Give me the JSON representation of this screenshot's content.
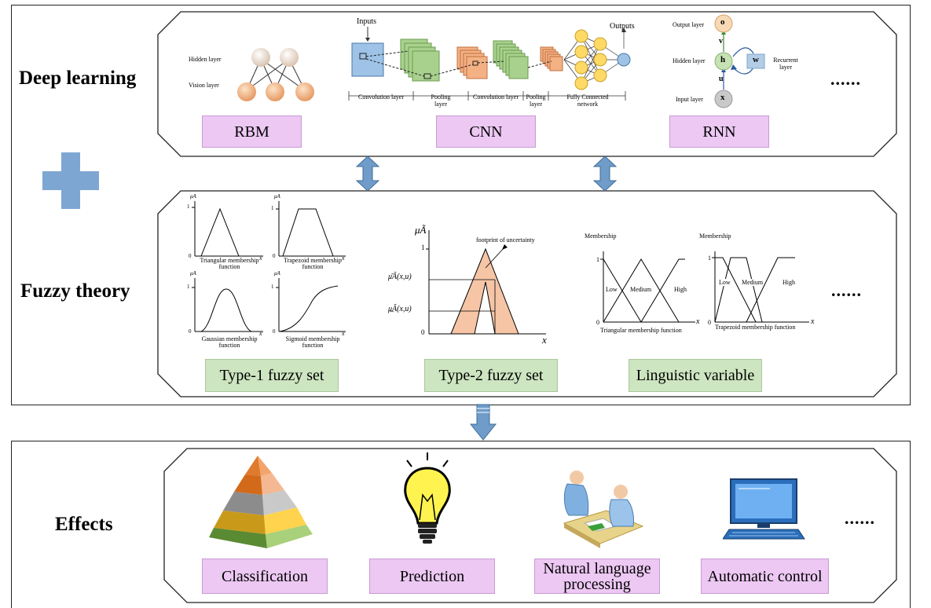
{
  "sections": {
    "deep_learning": "Deep learning",
    "fuzzy_theory": "Fuzzy theory",
    "effects": "Effects"
  },
  "deep_learning": {
    "rbm": {
      "label": "RBM",
      "hidden_layer": "Hidden layer",
      "vision_layer": "Vision layer"
    },
    "cnn": {
      "label": "CNN",
      "inputs": "Inputs",
      "outputs": "Outputs",
      "stages": [
        "Convolution layer",
        "Pooling layer",
        "Convolution layer",
        "Pooling layer",
        "Fully Connected network"
      ]
    },
    "rnn": {
      "label": "RNN",
      "output_layer": "Output layer",
      "hidden_layer": "Hidden layer",
      "input_layer": "Input layer",
      "recurrent_layer": "Recurrent layer",
      "node_o": "o",
      "node_h": "h",
      "node_x": "x",
      "node_w": "w",
      "edge_v": "v",
      "edge_u": "u"
    },
    "more": "......"
  },
  "fuzzy_theory": {
    "type1": {
      "label": "Type-1 fuzzy set",
      "mu": "μA",
      "x": "x",
      "one": "1",
      "zero": "0",
      "triangular": "Triangular membership function",
      "trapezoid": "Trapezoid membership function",
      "gaussian": "Gaussian membership function",
      "sigmoid": "Sigmoid membership function"
    },
    "type2": {
      "label": "Type-2 fuzzy set",
      "mu": "μÃ",
      "footprint": "footprint of uncertainty",
      "upper": "μ̄Ã(x,u)",
      "lower": "μ̲Ã(x,u)",
      "one": "1",
      "zero": "0",
      "x": "x"
    },
    "linguistic": {
      "label": "Linguistic variable",
      "membership": "Membership",
      "low": "Low",
      "medium": "Medium",
      "high": "High",
      "one": "1",
      "zero": "0",
      "x": "x",
      "triangular": "Triangular membership function",
      "trapezoid": "Trapezoid membership function"
    },
    "more": "......"
  },
  "effects": {
    "classification": "Classification",
    "prediction": "Prediction",
    "nlp_line1": "Natural language",
    "nlp_line2": "processing",
    "automatic_control": "Automatic control",
    "more": "......"
  },
  "colors": {
    "pink": "#ecc8f3",
    "green": "#cde5c0",
    "arrow_blue": "#6f9cc9",
    "plus_blue": "#7ea6d2",
    "fou_fill": "#f6c5a6"
  }
}
